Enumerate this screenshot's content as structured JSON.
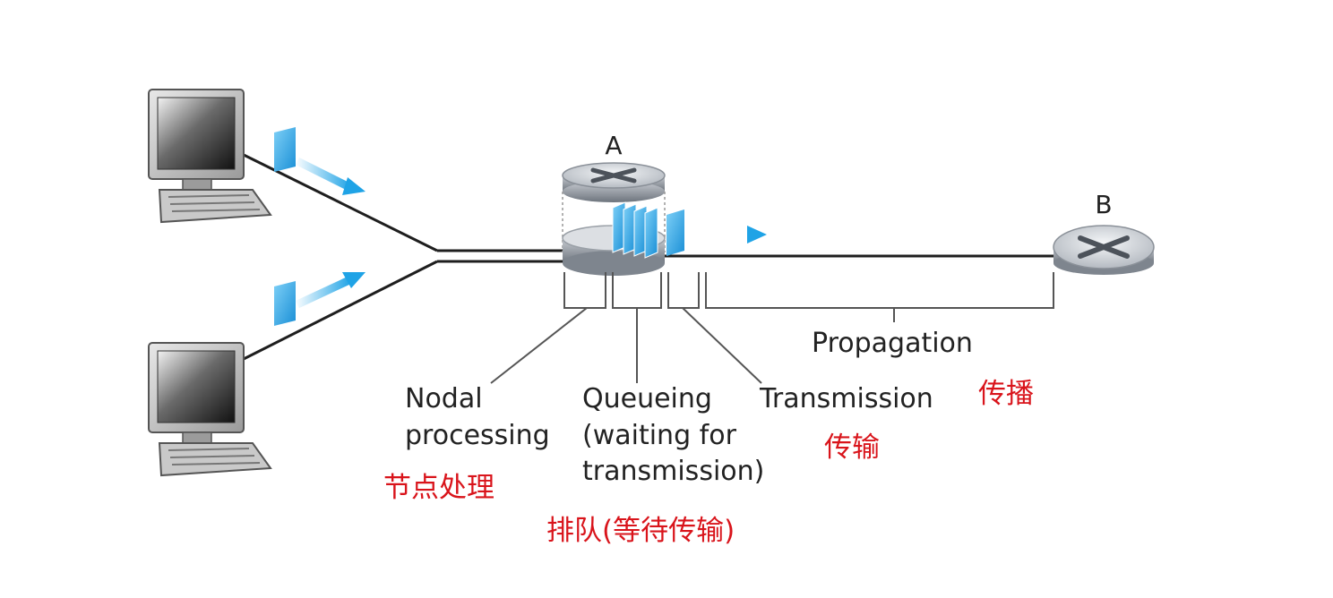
{
  "nodes": {
    "router_a": "A",
    "router_b": "B"
  },
  "delays": {
    "nodal_processing": {
      "lines": [
        "Nodal",
        "processing"
      ],
      "cn": "节点处理"
    },
    "queueing": {
      "lines": [
        "Queueing",
        "(waiting for",
        "transmission)"
      ],
      "cn": "排队(等待传输)"
    },
    "transmission": {
      "lines": [
        "Transmission"
      ],
      "cn": "传输"
    },
    "propagation": {
      "lines": [
        "Propagation"
      ],
      "cn": "传播"
    }
  },
  "colors": {
    "packet": "#1fa3e6",
    "annotation": "#d9141b",
    "link": "#1e1e1e"
  },
  "icons": [
    "computer-icon",
    "router-icon",
    "packet-icon",
    "arrow-icon"
  ]
}
